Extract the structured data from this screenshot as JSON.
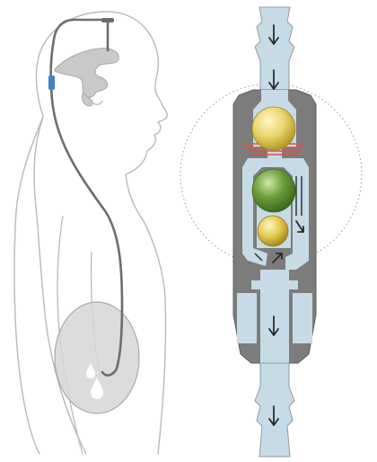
{
  "figure": {
    "panels": [
      {
        "id": "anatomy",
        "subject": "human-profile-with-shunt"
      },
      {
        "id": "valve",
        "subject": "shunt-valve-cross-section"
      }
    ],
    "colors": {
      "background": "#ffffff",
      "outline": "#b9b9b9",
      "catheter": "#6d6d6d",
      "catheter_connector": "#3f84c4",
      "brain_ventricle": "#c9c9c9",
      "abdomen": "#d6d6d6",
      "fluid_drop": "#ffffff",
      "valve_housing": "#7c7c7c",
      "valve_channel": "#c6dbe6",
      "flow_arrow": "#2a2a2a",
      "ball_upper": "#e9d46b",
      "ball_middle": "#6e9f3c",
      "ball_lower": "#e3c84d",
      "spring": "#d9534a",
      "zoom_circle": "#9a9a9a"
    },
    "flow_direction": "downward"
  }
}
